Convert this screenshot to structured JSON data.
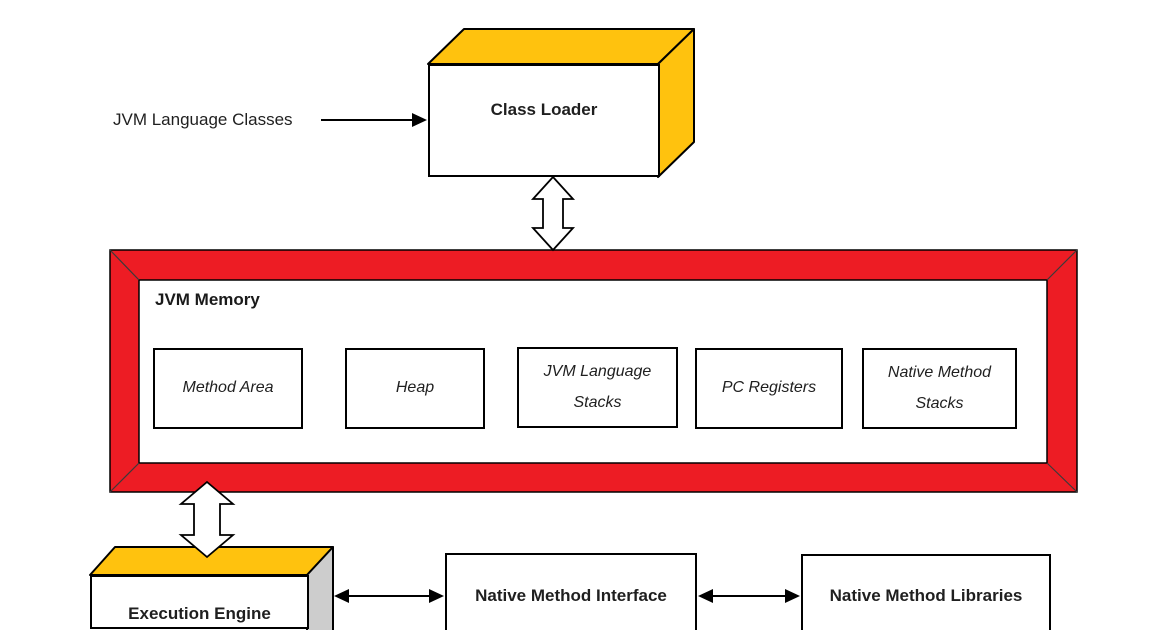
{
  "labels": {
    "jvm_language_classes": "JVM Language Classes"
  },
  "class_loader": {
    "label": "Class Loader"
  },
  "jvm_memory": {
    "title": "JVM Memory",
    "components": [
      {
        "label": "Method Area"
      },
      {
        "label": "Heap"
      },
      {
        "label": "JVM Language Stacks"
      },
      {
        "label": "PC Registers"
      },
      {
        "label": "Native Method Stacks"
      }
    ]
  },
  "execution_engine": {
    "label": "Execution Engine"
  },
  "native_method_interface": {
    "label": "Native Method Interface"
  },
  "native_method_libraries": {
    "label": "Native Method Libraries"
  },
  "colors": {
    "accent_yellow": "#FFC20E",
    "accent_red": "#ED1C24",
    "side_gray": "#CDCDCD",
    "line_black": "#000000"
  }
}
